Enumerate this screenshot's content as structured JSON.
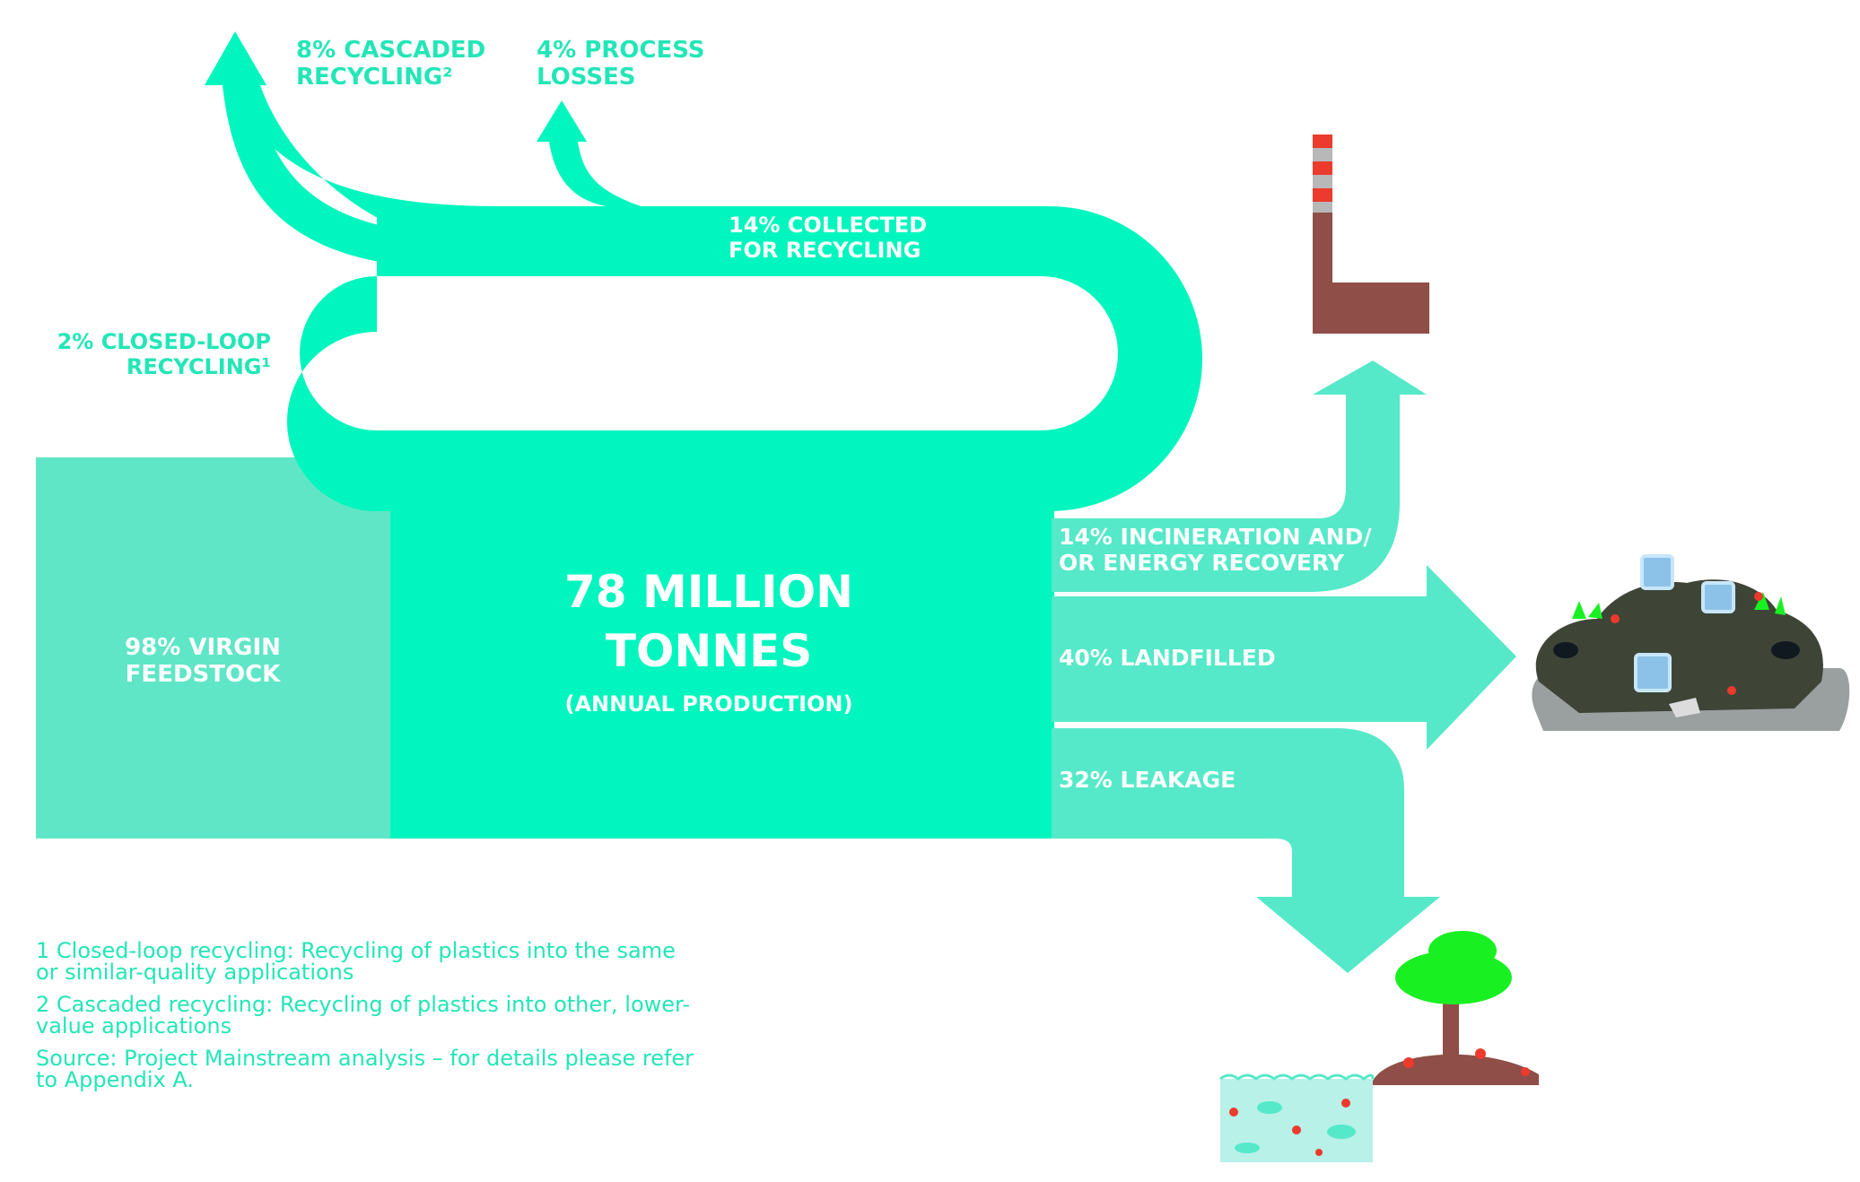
{
  "colors": {
    "flow_dark": "#00f6be",
    "flow_light": "#55e9c9",
    "virgin": "#5fe6c6",
    "label_accent": "#23e6b7",
    "factory": "#8f4e47",
    "stripe_red": "#ec3a2c",
    "stripe_grey": "#b8b8b8",
    "landfill_dark": "#3e4537",
    "landfill_base": "#9aa0a0",
    "tree_green": "#19f021",
    "tree_trunk": "#8f4e47",
    "water": "#b7f1e8"
  },
  "labels": {
    "cascaded": [
      "8% CASCADED",
      "RECYCLING²"
    ],
    "process_losses": [
      "4% PROCESS",
      "LOSSES"
    ],
    "collected": [
      "14% COLLECTED",
      "FOR RECYCLING"
    ],
    "closed_loop": [
      "2% CLOSED-LOOP",
      "RECYCLING¹"
    ],
    "virgin": [
      "98% VIRGIN",
      "FEEDSTOCK"
    ],
    "total_value": "78 MILLION",
    "total_unit": "TONNES",
    "total_sub": "(ANNUAL PRODUCTION)",
    "incineration": [
      "14% INCINERATION AND/",
      "OR ENERGY RECOVERY"
    ],
    "landfilled": "40% LANDFILLED",
    "leakage": "32% LEAKAGE"
  },
  "footnotes": {
    "note1": [
      "1 Closed-loop recycling: Recycling of plastics into the same",
      "or similar-quality applications"
    ],
    "note2": [
      "2 Cascaded recycling: Recycling of plastics into other, lower-",
      "value applications"
    ],
    "source": [
      "Source: Project Mainstream analysis – for details please refer",
      "to Appendix A."
    ]
  },
  "icons": {
    "factory": "factory-chimney-icon",
    "landfill": "landfill-pile-icon",
    "ocean": "ocean-with-fish-icon",
    "tree": "tree-on-island-icon"
  }
}
